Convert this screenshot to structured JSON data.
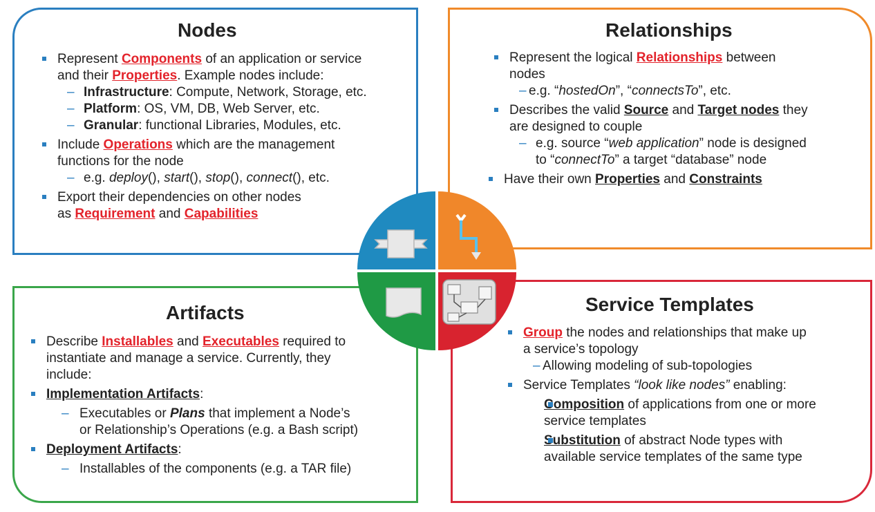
{
  "nodes": {
    "title": "Nodes",
    "b1": {
      "pre": "Represent ",
      "kw1": "Components",
      "mid": " of an application or service",
      "line2_pre": "and their ",
      "kw2": "Properties",
      "post": ". Example nodes include:"
    },
    "d1": {
      "term": "Infrastructure",
      "rest": ": Compute, Network, Storage, etc."
    },
    "d2": {
      "term": "Platform",
      "rest": ": OS,  VM, DB, Web Server, etc."
    },
    "d3": {
      "term": "Granular",
      "rest": ": functional Libraries, Modules, etc."
    },
    "b2": {
      "pre": "Include ",
      "kw": "Operations",
      "post": " which are the management",
      "line2": "functions for the node"
    },
    "d4": {
      "pre": "e.g. ",
      "f1": "deploy",
      "s1": "(), ",
      "f2": "start",
      "s2": "(), ",
      "f3": "stop",
      "s3": "(), ",
      "f4": "connect",
      "s4": "(), etc."
    },
    "b3": {
      "line1": "Export their dependencies on other nodes",
      "pre": "as ",
      "kw1": "Requirement",
      "mid": " and ",
      "kw2": "Capabilities"
    }
  },
  "relationships": {
    "title": "Relationships",
    "b1": {
      "pre": "Represent the logical ",
      "kw": "Relationships",
      "post": " between",
      "line2": "nodes"
    },
    "d1": {
      "pre": "e.g. “",
      "t1": "hostedOn",
      "mid": "”, “",
      "t2": "connectsTo",
      "post": "”, etc."
    },
    "b2": {
      "pre": "Describes the valid ",
      "kw1": "Source",
      "mid": " and ",
      "kw2": "Target nodes",
      "post": " they",
      "line2": "are designed to couple"
    },
    "d2": {
      "pre": "e.g. source “",
      "t1": "web application",
      "post": "” node is designed",
      "line2_pre": "to “",
      "t2": "connectTo",
      "line2_post": "” a target “database” node"
    },
    "b3": {
      "pre": "Have their own ",
      "kw1": "Properties",
      "mid": " and ",
      "kw2": "Constraints"
    }
  },
  "artifacts": {
    "title": "Artifacts",
    "b1": {
      "pre": "Describe ",
      "kw1": "Installables",
      "mid": " and ",
      "kw2": "Executables",
      "post": " required to",
      "line2": "instantiate and manage a service.  Currently, they",
      "line3": "include:"
    },
    "b2": {
      "kw": "Implementation Artifacts",
      "post": ":"
    },
    "d1": {
      "pre": "Executables or ",
      "kw": "Plans",
      "post": " that implement a Node’s",
      "line2": "or Relationship’s Operations (e.g. a Bash script)"
    },
    "b3": {
      "kw": "Deployment Artifacts",
      "post": ":"
    },
    "d2": {
      "text": "Installables of the components (e.g. a TAR file)"
    }
  },
  "service_templates": {
    "title": "Service Templates",
    "b1": {
      "kw": "Group",
      "post": " the nodes and relationships that make up",
      "line2": "a service’s topology"
    },
    "d1": {
      "text": "Allowing modeling of sub-topologies"
    },
    "b2": {
      "pre": "Service Templates ",
      "it": "“look like nodes”",
      "post": " enabling:"
    },
    "s1": {
      "kw": "Composition",
      "post": " of applications from one or more",
      "line2": "service templates"
    },
    "s2": {
      "kw": "Substitution",
      "post": " of abstract Node types with",
      "line2": "available service templates of the same type"
    }
  },
  "colors": {
    "nodes": "#1f8ac0",
    "relationships": "#f0872a",
    "artifacts": "#1f9a45",
    "service_templates": "#d8232f",
    "keyword": "#e3232b",
    "bullet": "#2a7fc0"
  },
  "icons": {
    "top_left": "puzzle-node-icon",
    "top_right": "relationship-arrow-icon",
    "bottom_left": "document-artifact-icon",
    "bottom_right": "topology-template-icon"
  }
}
